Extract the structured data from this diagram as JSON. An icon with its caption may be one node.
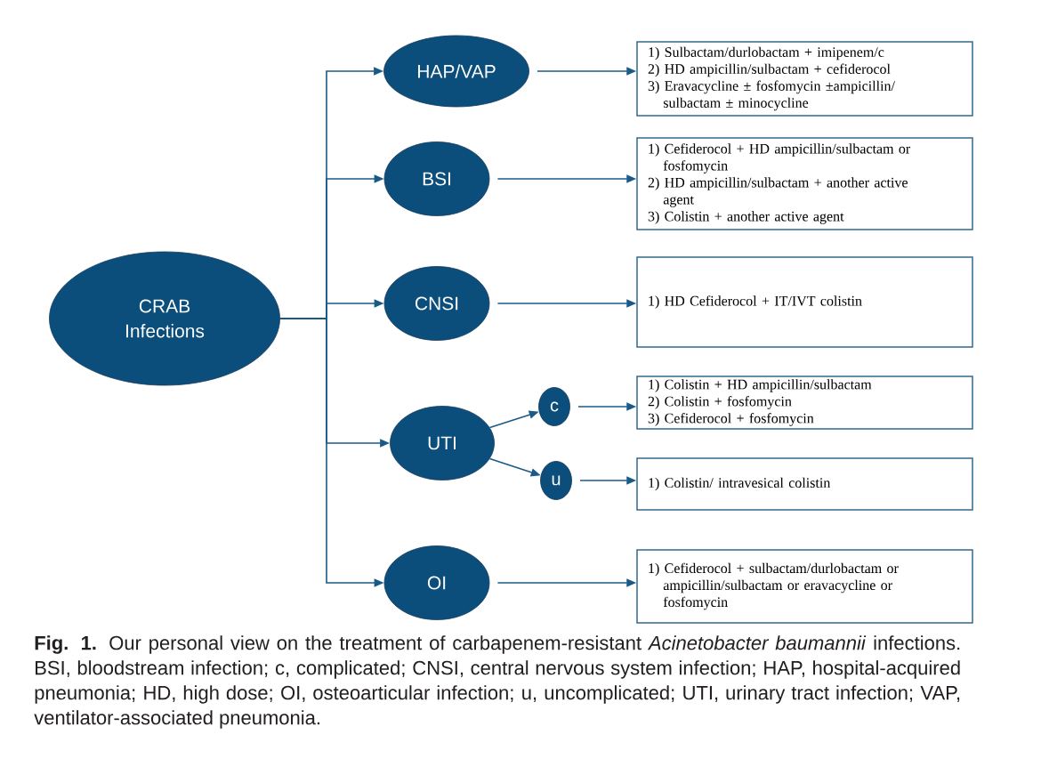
{
  "diagram": {
    "caption": "**Fig. 1.** Our personal view on the treatment of carbapenem-resistant *Acinetobacter baumannii* infections. BSI, bloodstream infection; c, complicated; CNSI, central nervous system infection; HAP, hospital-acquired pneumonia; HD, high dose; OI, osteoarticular infection; u, uncomplicated; UTI, urinary tract infection; VAP, ventilator-associated pneumonia.",
    "nodes": [
      {
        "text": [
          "CRAB Infections"
        ]
      },
      {
        "text": [
          "HAP/VAP"
        ]
      },
      {
        "text": [
          "BSI"
        ]
      },
      {
        "text": [
          "CNSI"
        ]
      },
      {
        "text": [
          "UTI"
        ]
      },
      {
        "text": [
          "c"
        ]
      },
      {
        "text": [
          "u"
        ]
      },
      {
        "text": [
          "OI"
        ]
      },
      {
        "text": [
          "1) Sulbactam/durlobactam + imipenem/c",
          "2) HD ampicillin/sulbactam + cefiderocol",
          "3) Eravacycline ± fosfomycin ±ampicillin/ sulbactam ± minocycline"
        ]
      },
      {
        "text": [
          "1) Cefiderocol + HD ampicillin/sulbactam or fosfomycin",
          "2) HD ampicillin/sulbactam + another active agent",
          "3) Colistin + another active agent"
        ]
      },
      {
        "text": [
          "1) HD Cefiderocol + IT/IVT colistin"
        ]
      },
      {
        "text": [
          "1) Colistin + HD ampicillin/sulbactam",
          "2) Colistin + fosfomycin",
          "3) Cefiderocol + fosfomycin"
        ]
      },
      {
        "text": [
          "1) Colistin/ intravesical colistin"
        ]
      },
      {
        "text": [
          "1) Cefiderocol + sulbactam/durlobactam or ampicillin/sulbactam or eravacycline or fosfomycin"
        ]
      }
    ],
    "edges": [
      {
        "from": 0,
        "to": 1,
        "arrow": "to"
      },
      {
        "from": 0,
        "to": 2,
        "arrow": "to"
      },
      {
        "from": 0,
        "to": 3,
        "arrow": "to"
      },
      {
        "from": 0,
        "to": 4,
        "arrow": "to"
      },
      {
        "from": 0,
        "to": 7,
        "arrow": "to"
      },
      {
        "from": 1,
        "to": 8,
        "arrow": "to"
      },
      {
        "from": 2,
        "to": 9,
        "arrow": "to"
      },
      {
        "from": 3,
        "to": 10,
        "arrow": "to"
      },
      {
        "from": 4,
        "to": 5,
        "arrow": "to"
      },
      {
        "from": 4,
        "to": 6,
        "arrow": "to"
      },
      {
        "from": 5,
        "to": 11,
        "arrow": "to"
      },
      {
        "from": 6,
        "to": 12,
        "arrow": "to"
      },
      {
        "from": 7,
        "to": 13,
        "arrow": "to"
      }
    ]
  }
}
